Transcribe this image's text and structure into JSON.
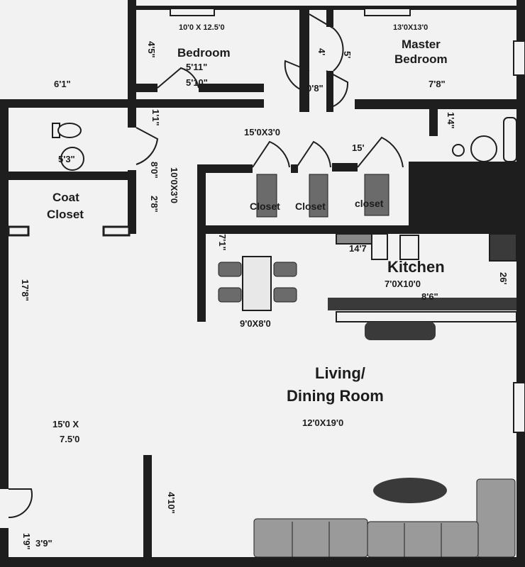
{
  "rooms": {
    "bedroom": {
      "name": "Bedroom",
      "size": "10'0 X 12.5'0"
    },
    "master": {
      "name_line1": "Master",
      "name_line2": "Bedroom",
      "size": "13'0X13'0"
    },
    "coat_closet": {
      "name_line1": "Coat",
      "name_line2": "Closet"
    },
    "kitchen": {
      "name": "Kitchen",
      "size": "7'0X10'0"
    },
    "living": {
      "name_line1": "Living/",
      "name_line2": "Dining Room",
      "size": "12'0X19'0"
    },
    "hall": {
      "size_line1": "15'0 X",
      "size_line2": "7.5'0"
    },
    "dining_table": {
      "size": "9'0X8'0"
    },
    "closets_area": {
      "size": "15'0X3'0"
    },
    "hallway_vertical": {
      "size": "10'0X3'0"
    }
  },
  "closets": [
    "Closet",
    "Closet",
    "closet"
  ],
  "measurements": {
    "m_6_1": "6'1\"",
    "m_4_5": "4'5\"",
    "m_5_11": "5'11\"",
    "m_5_10": "5'10\"",
    "m_5": "5'",
    "m_0_8": "0'8\"",
    "m_4": "4'",
    "m_7_8": "7'8\"",
    "m_1_1": "1'1\"",
    "m_1_4": "1'4\"",
    "m_15": "15'",
    "m_5_3": "5'3\"",
    "m_8_0": "8'0\"",
    "m_2_8": "2'8\"",
    "m_7_1": "7'1\"",
    "m_14_7": "14'7",
    "m_17_8": "17'8\"",
    "m_26": "26'",
    "m_8_6": "8'6\"",
    "m_4_10": "4'10\"",
    "m_1_9": "1'9\"",
    "m_3_9": "3'9\""
  },
  "colors": {
    "wall": "#1e1e1e",
    "floor": "#f4f4f4",
    "furniture": "#6b6b6b",
    "background": "#ececec"
  }
}
